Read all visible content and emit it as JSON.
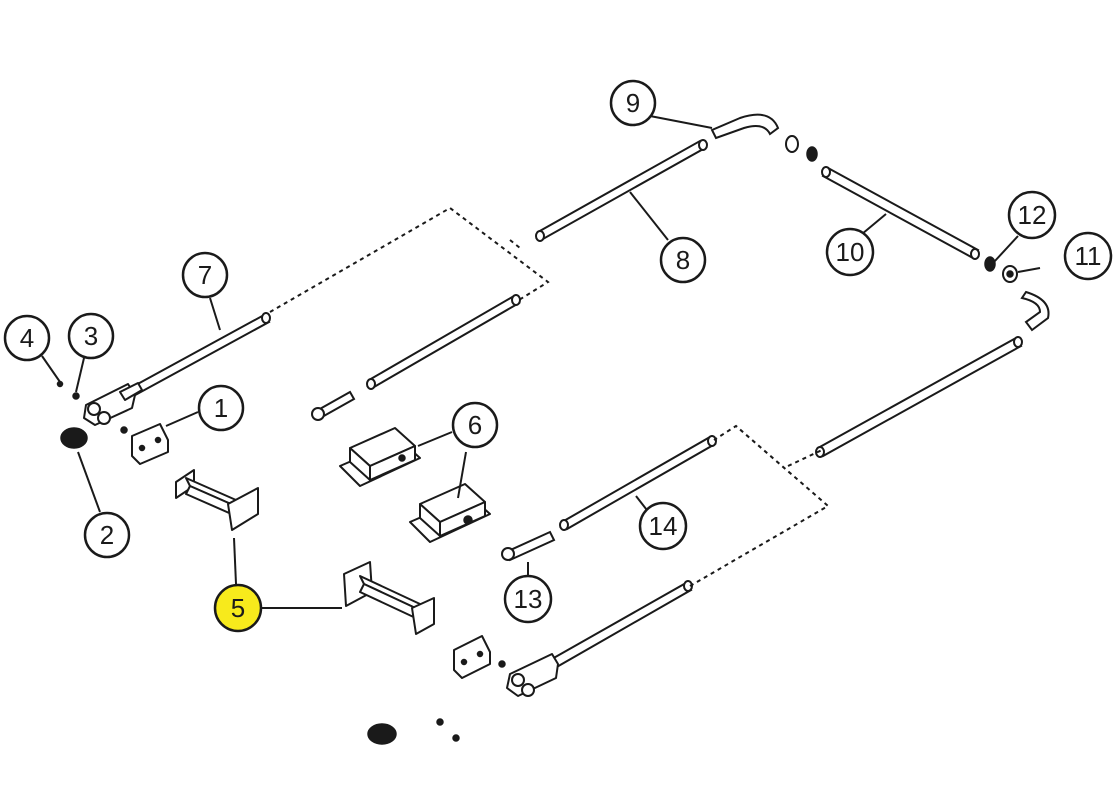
{
  "diagram": {
    "callouts": [
      {
        "id": "callout-1",
        "label": "1",
        "highlight": false
      },
      {
        "id": "callout-2",
        "label": "2",
        "highlight": false
      },
      {
        "id": "callout-3",
        "label": "3",
        "highlight": false
      },
      {
        "id": "callout-4",
        "label": "4",
        "highlight": false
      },
      {
        "id": "callout-5",
        "label": "5",
        "highlight": true
      },
      {
        "id": "callout-6",
        "label": "6",
        "highlight": false
      },
      {
        "id": "callout-7",
        "label": "7",
        "highlight": false
      },
      {
        "id": "callout-8",
        "label": "8",
        "highlight": false
      },
      {
        "id": "callout-9",
        "label": "9",
        "highlight": false
      },
      {
        "id": "callout-10",
        "label": "10",
        "highlight": false
      },
      {
        "id": "callout-11",
        "label": "11",
        "highlight": false
      },
      {
        "id": "callout-12",
        "label": "12",
        "highlight": false
      },
      {
        "id": "callout-13",
        "label": "13",
        "highlight": false
      },
      {
        "id": "callout-14",
        "label": "14",
        "highlight": false
      }
    ],
    "colors": {
      "highlight": "#f7ea1c",
      "normal": "#ffffff",
      "ink": "#1a1a1a"
    }
  }
}
